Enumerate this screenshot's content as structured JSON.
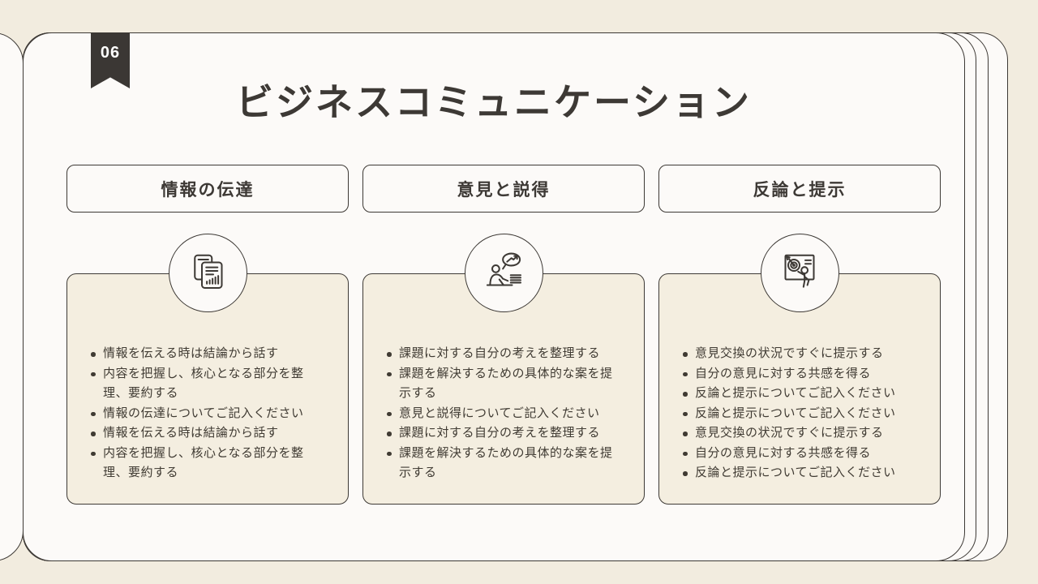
{
  "slide": {
    "badge": "06",
    "title": "ビジネスコミュニケーション"
  },
  "columns": [
    {
      "header": "情報の伝達",
      "icon": "report-document-icon",
      "bullets": [
        "情報を伝える時は結論から話す",
        "内容を把握し、核心となる部分を整理、要約する",
        "情報の伝達についてご記入ください",
        "情報を伝える時は結論から話す",
        "内容を把握し、核心となる部分を整理、要約する"
      ]
    },
    {
      "header": "意見と説得",
      "icon": "presenter-growth-icon",
      "bullets": [
        "課題に対する自分の考えを整理する",
        "課題を解決するための具体的な案を提示する",
        "意見と説得についてご記入ください",
        "課題に対する自分の考えを整理する",
        "課題を解決するための具体的な案を提示する"
      ]
    },
    {
      "header": "反論と提示",
      "icon": "target-presentation-icon",
      "bullets": [
        "意見交換の状況ですぐに提示する",
        "自分の意見に対する共感を得る",
        "反論と提示についてご記入ください",
        "反論と提示についてご記入ください",
        "意見交換の状況ですぐに提示する",
        "自分の意見に対する共感を得る",
        "反論と提示についてご記入ください"
      ]
    }
  ],
  "colors": {
    "background": "#f2ecdf",
    "card_bg": "#fcfaf8",
    "panel_bg": "#f4eee0",
    "ink": "#3d3935",
    "badge_bg": "#3b3734",
    "badge_text": "#ffffff"
  }
}
